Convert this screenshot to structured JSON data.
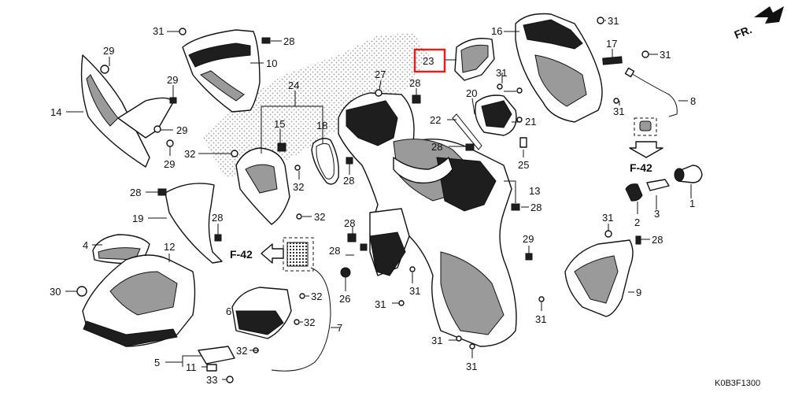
{
  "diagram": {
    "direction_label": "FR.",
    "ref_label": "F-42",
    "drawing_code": "K0B3F1300",
    "highlighted_part": "23",
    "colors": {
      "highlight": "#e0201c",
      "line": "#111111",
      "background": "#ffffff"
    },
    "callouts": {
      "p1": "1",
      "p2": "2",
      "p3": "3",
      "p4": "4",
      "p5": "5",
      "p6": "6",
      "p7": "7",
      "p8": "8",
      "p9": "9",
      "p10": "10",
      "p11": "11",
      "p12": "12",
      "p13": "13",
      "p14": "14",
      "p15": "15",
      "p16": "16",
      "p17": "17",
      "p18": "18",
      "p19": "19",
      "p20": "20",
      "p21": "21",
      "p22": "22",
      "p23": "23",
      "p24": "24",
      "p25": "25",
      "p26": "26",
      "p27": "27",
      "p28": "28",
      "p29": "29",
      "p30": "30",
      "p31": "31",
      "p32": "32",
      "p33": "33"
    }
  }
}
